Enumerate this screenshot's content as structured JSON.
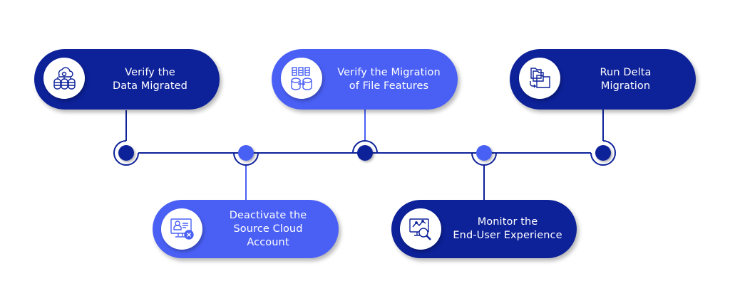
{
  "diagram": {
    "title": "Cloud Migration Post-Migration Steps",
    "colors": {
      "dark": "#0d2199",
      "light": "#4a60f5",
      "line": "#0d2199",
      "background": "#ffffff"
    },
    "steps": [
      {
        "label": "Verify the\nData Migrated",
        "icon": "cloud-database-icon",
        "style": "dark",
        "position": "top"
      },
      {
        "label": "Deactivate the\nSource Cloud\nAccount",
        "icon": "account-deactivate-icon",
        "style": "light",
        "position": "bottom"
      },
      {
        "label": "Verify the Migration\nof File Features",
        "icon": "database-transfer-icon",
        "style": "light",
        "position": "top"
      },
      {
        "label": "Monitor the\nEnd-User Experience",
        "icon": "monitor-analytics-icon",
        "style": "dark",
        "position": "bottom"
      },
      {
        "label": "Run Delta\nMigration",
        "icon": "folder-sync-icon",
        "style": "dark",
        "position": "top"
      }
    ]
  }
}
